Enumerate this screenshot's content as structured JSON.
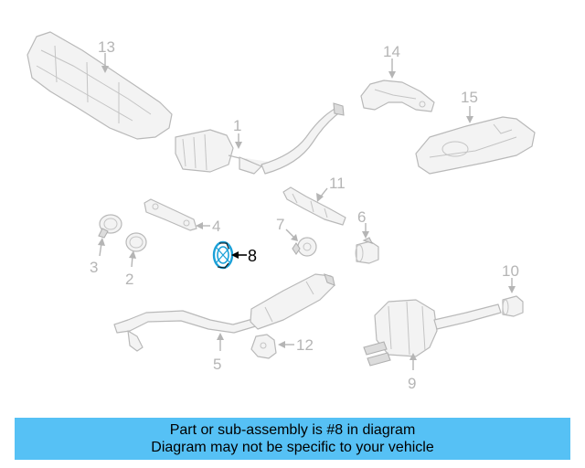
{
  "diagram": {
    "labels": {
      "n1": "1",
      "n2": "2",
      "n3": "3",
      "n4": "4",
      "n5": "5",
      "n6": "6",
      "n7": "7",
      "n8": "8",
      "n9": "9",
      "n10": "10",
      "n11": "11",
      "n12": "12",
      "n13": "13",
      "n14": "14",
      "n15": "15"
    },
    "highlight_part": "8",
    "colors": {
      "highlight": "#1aa0d8",
      "line": "#b5b5b5",
      "banner": "#56c1f5"
    }
  },
  "banner": {
    "line1": "Part or sub-assembly is #8 in diagram",
    "line2": "Diagram may not be specific to your vehicle"
  }
}
